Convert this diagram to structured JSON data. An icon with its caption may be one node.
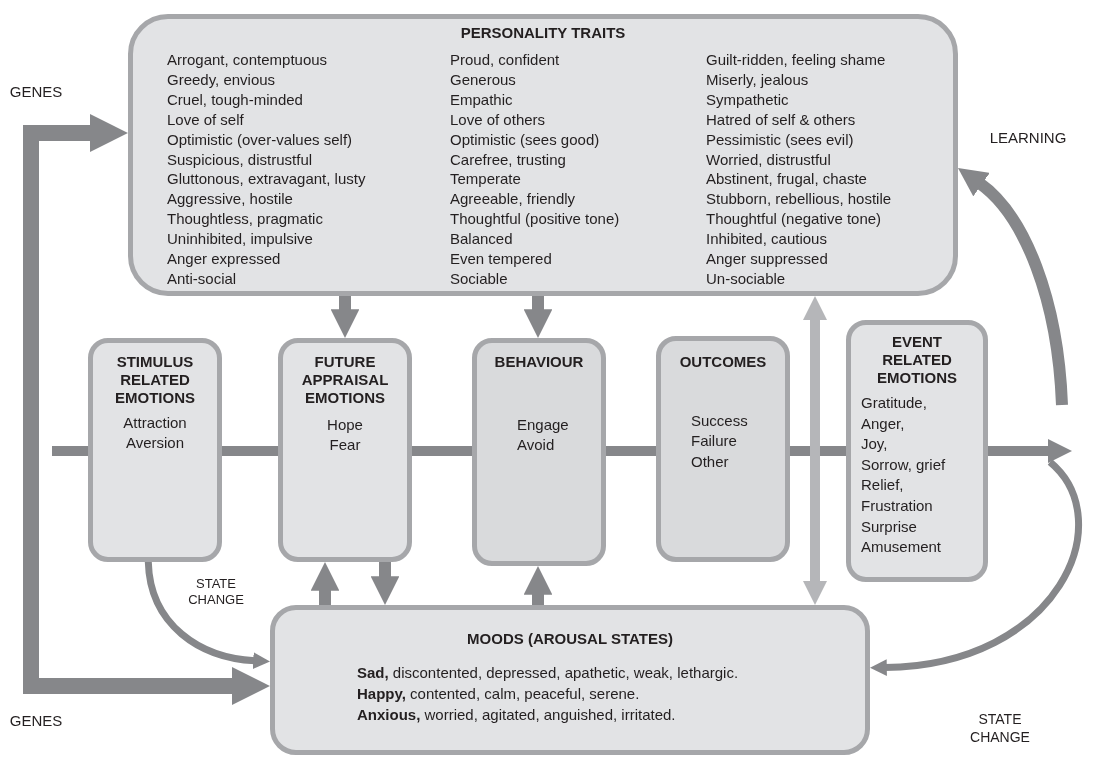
{
  "diagram": {
    "nodes": [
      {
        "text": [
          "PERSONALITY TRAITS",
          "Arrogant, contemptuous",
          "Greedy, envious",
          "Cruel, tough-minded",
          "Love of self",
          "Optimistic  (over-values self)",
          "Suspicious, distrustful",
          "Gluttonous, extravagant, lusty",
          "Aggressive, hostile",
          "Thoughtless, pragmatic",
          "Uninhibited, impulsive",
          "Anger expressed",
          "Anti-social",
          "Proud, confident",
          "Generous",
          "Empathic",
          "Love of others",
          "Optimistic (sees good)",
          "Carefree, trusting",
          "Temperate",
          "Agreeable, friendly",
          "Thoughtful (positive tone)",
          "Balanced",
          "Even tempered",
          "Sociable",
          "Guilt-ridden, feeling shame",
          "Miserly, jealous",
          "Sympathetic",
          "Hatred of self & others",
          "Pessimistic (sees evil)",
          "Worried, distrustful",
          "Abstinent, frugal, chaste",
          "Stubborn, rebellious, hostile",
          "Thoughtful (negative tone)",
          "Inhibited, cautious",
          "Anger suppressed",
          "Un-sociable"
        ]
      },
      {
        "text": [
          "STIMULUS RELATED EMOTIONS",
          "Attraction",
          "Aversion"
        ]
      },
      {
        "text": [
          "FUTURE APPRAISAL EMOTIONS",
          "Hope",
          "Fear"
        ]
      },
      {
        "text": [
          "BEHAVIOUR",
          "Engage",
          "Avoid"
        ]
      },
      {
        "text": [
          "OUTCOMES",
          "Success",
          "Failure",
          "Other"
        ]
      },
      {
        "text": [
          "EVENT RELATED EMOTIONS",
          "Gratitude,",
          "Anger,",
          "Joy,",
          "Sorrow, grief",
          "Relief,",
          "Frustration",
          "Surprise",
          "Amusement"
        ]
      },
      {
        "text": [
          "MOODS (AROUSAL STATES)",
          "**Sad,** discontented, depressed, apathetic, weak, lethargic.",
          "**Happy,** contented, calm, peaceful, serene.",
          "**Anxious,** worried, agitated, anguished, irritated."
        ]
      }
    ],
    "edges": [
      {
        "from": null,
        "to": 0,
        "arrow": "to"
      },
      {
        "from": null,
        "to": 6,
        "arrow": "to"
      },
      {
        "from": null,
        "to": 1,
        "arrow": "none"
      },
      {
        "from": 1,
        "to": 2,
        "arrow": "none"
      },
      {
        "from": 2,
        "to": 3,
        "arrow": "none"
      },
      {
        "from": 3,
        "to": 4,
        "arrow": "none"
      },
      {
        "from": 4,
        "to": 5,
        "arrow": "none"
      },
      {
        "from": 5,
        "to": null,
        "arrow": "to"
      },
      {
        "from": 0,
        "to": 2,
        "arrow": "to"
      },
      {
        "from": 0,
        "to": 3,
        "arrow": "to"
      },
      {
        "from": 6,
        "to": 2,
        "arrow": "to"
      },
      {
        "from": 2,
        "to": 6,
        "arrow": "to"
      },
      {
        "from": 6,
        "to": 3,
        "arrow": "to"
      },
      {
        "from": 0,
        "to": 6,
        "arrow": "both",
        "color": "#b5b6b9"
      },
      {
        "from": null,
        "to": 0,
        "arrow": "to"
      },
      {
        "from": null,
        "to": 6,
        "arrow": "to"
      },
      {
        "from": 1,
        "to": 6,
        "arrow": "to"
      }
    ],
    "labels": [
      "GENES",
      "LEARNING",
      "STATE CHANGE",
      "GENES",
      "STATE CHANGE"
    ]
  }
}
